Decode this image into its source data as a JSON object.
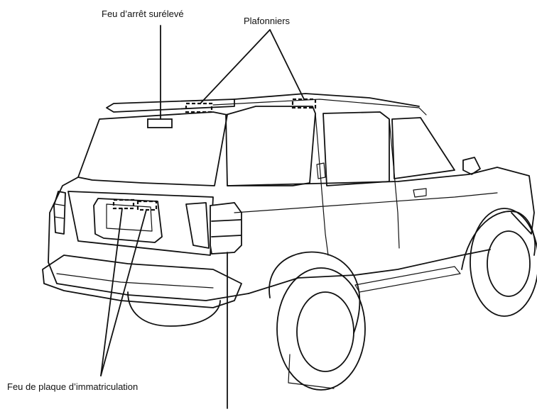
{
  "labels": {
    "high_stop_lamp": "Feu d’arrêt surélevé",
    "interior_lamps": "Plafonniers",
    "license_plate_lamp": "Feu de plaque d’immatriculation"
  },
  "colors": {
    "line": "#111111",
    "background": "#ffffff"
  }
}
